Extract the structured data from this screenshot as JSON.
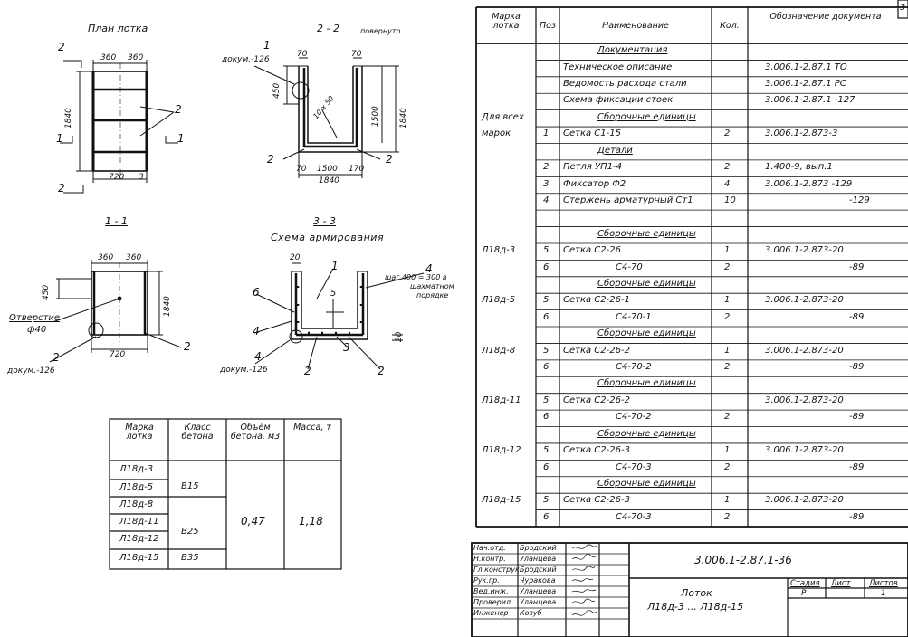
{
  "page_number": "3",
  "drawings": {
    "plan": {
      "title": "План лотка",
      "dims": [
        "360",
        "360",
        "1840",
        "720",
        "3"
      ],
      "sec_marks": [
        "2",
        "2",
        "1",
        "1"
      ],
      "callout": "2"
    },
    "sec22": {
      "title": "2 - 2",
      "note": "повернуто",
      "ref": "докум.-126",
      "dims": [
        "70",
        "70",
        "450",
        "1500",
        "1840",
        "70",
        "1500",
        "170",
        "1840",
        "10 x 50"
      ],
      "callouts": [
        "1",
        "2",
        "2"
      ]
    },
    "sec11": {
      "title": "1 - 1",
      "dims": [
        "360",
        "360",
        "450",
        "1840",
        "720"
      ],
      "hole_label": "Отверстие",
      "hole_dia": "ф40",
      "ref": "докум.-126",
      "callouts": [
        "2",
        "2"
      ]
    },
    "sec33": {
      "title": "3 - 3",
      "subtitle": "Схема армирования",
      "dim": "20",
      "note_line1": "шаг 400 = 300 в",
      "note_line2": "шахматном",
      "note_line3": "порядке",
      "ref": "докум.-126",
      "callouts": [
        "1",
        "4",
        "6",
        "4",
        "4",
        "5",
        "3",
        "2",
        "2",
        "20"
      ]
    }
  },
  "concrete_table": {
    "headers": [
      "Марка лотка",
      "Класс бетона",
      "Объём бетона, м3",
      "Масса, т"
    ],
    "marks": [
      "Л18д-3",
      "Л18д-5",
      "Л18д-8",
      "Л18д-11",
      "Л18д-12",
      "Л18д-15"
    ],
    "classes": [
      "В15",
      "В25",
      "В35"
    ],
    "volume": "0,47",
    "mass": "1,18"
  },
  "spec_table": {
    "headers": [
      "Марка лотка",
      "Поз",
      "Наименование",
      "Кол.",
      "Обозначение документа"
    ],
    "rows": [
      {
        "name": "Документация",
        "section": true
      },
      {
        "name": "Техническое описание",
        "doc": "3.006.1-2.87.1 ТО"
      },
      {
        "name": "Ведомость расхода стали",
        "doc": "3.006.1-2.87.1 РС"
      },
      {
        "name": "Схема фиксации стоек",
        "doc": "3.006.1-2.87.1 -127"
      },
      {
        "mark": "Для всех",
        "name": "Сборочные единицы",
        "section": true
      },
      {
        "mark": "марок",
        "pos": "1",
        "name": "Сетка С1-15",
        "qty": "2",
        "doc": "3.006.1-2.873-3"
      },
      {
        "name": "Детали",
        "section": true
      },
      {
        "pos": "2",
        "name": "Петля УП1-4",
        "qty": "2",
        "doc": "1.400-9, вып.1"
      },
      {
        "pos": "3",
        "name": "Фиксатор Ф2",
        "qty": "4",
        "doc": "3.006.1-2.873 -129"
      },
      {
        "pos": "4",
        "name": "Стержень арматурный Ст1",
        "qty": "10",
        "doc": "-129"
      },
      {
        "name": "",
        "empty": true
      },
      {
        "name": "Сборочные единицы",
        "section": true
      },
      {
        "mark": "Л18д-3",
        "pos": "5",
        "name": "Сетка С2-26",
        "qty": "1",
        "doc": "3.006.1-2.873-20"
      },
      {
        "pos": "6",
        "name": "С4-70",
        "qty": "2",
        "doc": "-89",
        "indent": true
      },
      {
        "name": "Сборочные единицы",
        "section": true
      },
      {
        "mark": "Л18д-5",
        "pos": "5",
        "name": "Сетка С2-26-1",
        "qty": "1",
        "doc": "3.006.1-2.873-20"
      },
      {
        "pos": "6",
        "name": "С4-70-1",
        "qty": "2",
        "doc": "-89",
        "indent": true
      },
      {
        "name": "Сборочные единицы",
        "section": true
      },
      {
        "mark": "Л18д-8",
        "pos": "5",
        "name": "Сетка С2-26-2",
        "qty": "1",
        "doc": "3.006.1-2.873-20"
      },
      {
        "pos": "6",
        "name": "С4-70-2",
        "qty": "2",
        "doc": "-89",
        "indent": true
      },
      {
        "name": "Сборочные единицы",
        "section": true
      },
      {
        "mark": "Л18д-11",
        "pos": "5",
        "name": "Сетка С2-26-2",
        "qty": "",
        "doc": "3.006.1-2.873-20"
      },
      {
        "pos": "6",
        "name": "С4-70-2",
        "qty": "2",
        "doc": "-89",
        "indent": true
      },
      {
        "name": "Сборочные единицы",
        "section": true
      },
      {
        "mark": "Л18д-12",
        "pos": "5",
        "name": "Сетка С2-26-3",
        "qty": "1",
        "doc": "3.006.1-2.873-20"
      },
      {
        "pos": "6",
        "name": "С4-70-3",
        "qty": "2",
        "doc": "-89",
        "indent": true
      },
      {
        "name": "Сборочные единицы",
        "section": true
      },
      {
        "mark": "Л18д-15",
        "pos": "5",
        "name": "Сетка С2-26-3",
        "qty": "1",
        "doc": "3.006.1-2.873-20"
      },
      {
        "pos": "6",
        "name": "С4-70-3",
        "qty": "2",
        "doc": "-89",
        "indent": true
      }
    ]
  },
  "title_block": {
    "roles": [
      "Нач.отд.",
      "Н.контр.",
      "Гл.конструк.",
      "Рук.гр.",
      "Вед.инж.",
      "Проверил",
      "Инженер"
    ],
    "names": [
      "Бродский",
      "Уланцева",
      "Бродский",
      "Чуракова",
      "Уланцева",
      "Уланцева",
      "Козуб"
    ],
    "doc_number": "3.006.1-2.87.1-36",
    "product_line1": "Лоток",
    "product_line2": "Л18д-3 ... Л18д-15",
    "stage_label": "Стадия",
    "sheet_label": "Лист",
    "sheets_label": "Листов",
    "stage": "Р",
    "sheets": "1"
  }
}
